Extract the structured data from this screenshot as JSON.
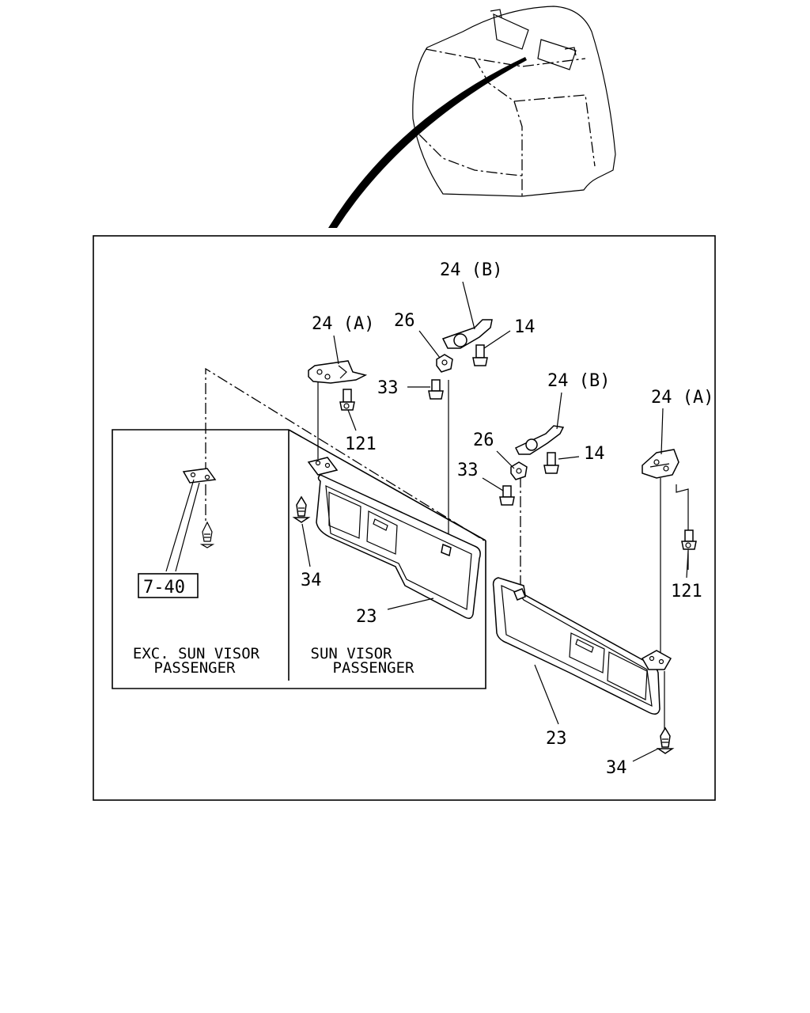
{
  "callouts": {
    "c24b_top": "24 (B)",
    "c24a_left": "24 (A)",
    "c26_top": "26",
    "c14_top": "14",
    "c33_top": "33",
    "c121_left": "121",
    "c24b_mid": "24 (B)",
    "c24a_right": "24 (A)",
    "c26_mid": "26",
    "c33_mid": "33",
    "c14_mid": "14",
    "c34_left": "34",
    "c23_left": "23",
    "c121_right": "121",
    "c23_right": "23",
    "c34_right": "34"
  },
  "reference_box": "7-40",
  "variants": {
    "exc_line1": "EXC. SUN VISOR",
    "exc_line2": "PASSENGER",
    "sun_line1": "SUN VISOR",
    "sun_line2": "PASSENGER"
  }
}
